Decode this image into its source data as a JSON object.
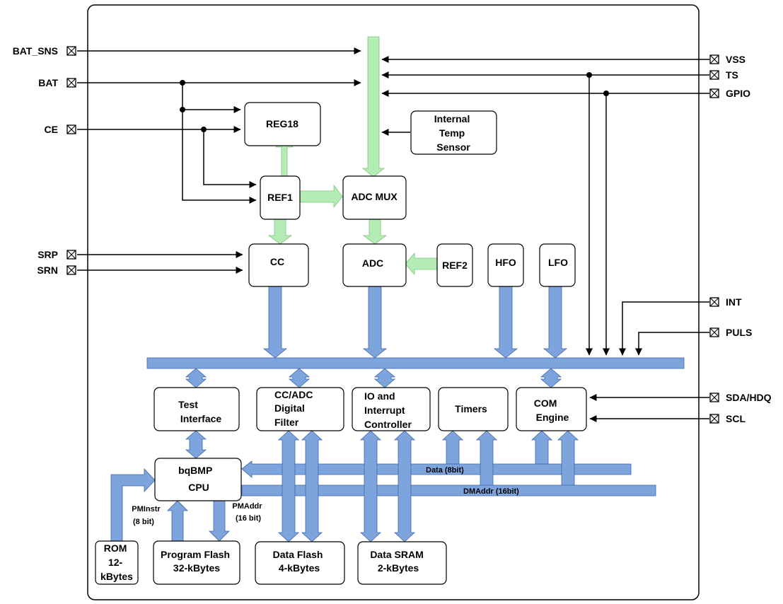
{
  "blocks": {
    "reg18": "REG18",
    "internal_temp_sensor": [
      "Internal",
      "Temp",
      "Sensor"
    ],
    "ref1": "REF1",
    "adc_mux": "ADC MUX",
    "cc": "CC",
    "adc": "ADC",
    "ref2": "REF2",
    "hfo": "HFO",
    "lfo": "LFO",
    "test_interface": [
      "Test",
      "Interface"
    ],
    "cc_adc_digital_filter": [
      "CC/ADC",
      "Digital",
      "Filter"
    ],
    "io_interrupt_controller": [
      "IO and",
      "Interrupt",
      "Controller"
    ],
    "timers": "Timers",
    "com_engine": [
      "COM",
      "Engine"
    ],
    "bqbmp_cpu": [
      "bqBMP",
      "CPU"
    ],
    "rom": [
      "ROM",
      "12-",
      "kBytes"
    ],
    "program_flash": [
      "Program Flash",
      "32-kBytes"
    ],
    "data_flash": [
      "Data Flash",
      "4-kBytes"
    ],
    "data_sram": [
      "Data SRAM",
      "2-kBytes"
    ]
  },
  "pins_left": [
    "BAT_SNS",
    "BAT",
    "CE",
    "SRP",
    "SRN"
  ],
  "pins_right": [
    "VSS",
    "TS",
    "GPIO",
    "INT",
    "PULS",
    "SDA/HDQ",
    "SCL"
  ],
  "bus_labels": {
    "data": "Data (8bit)",
    "dmaddr": "DMAddr (16bit)",
    "pminstr": [
      "PMInstr",
      "(8 bit)"
    ],
    "pmaddr": [
      "PMAddr",
      "(16 bit)"
    ]
  },
  "colors": {
    "analog_path": "#b5ebb5",
    "digital_bus": "#7ea4dd",
    "outline": "#000000"
  }
}
